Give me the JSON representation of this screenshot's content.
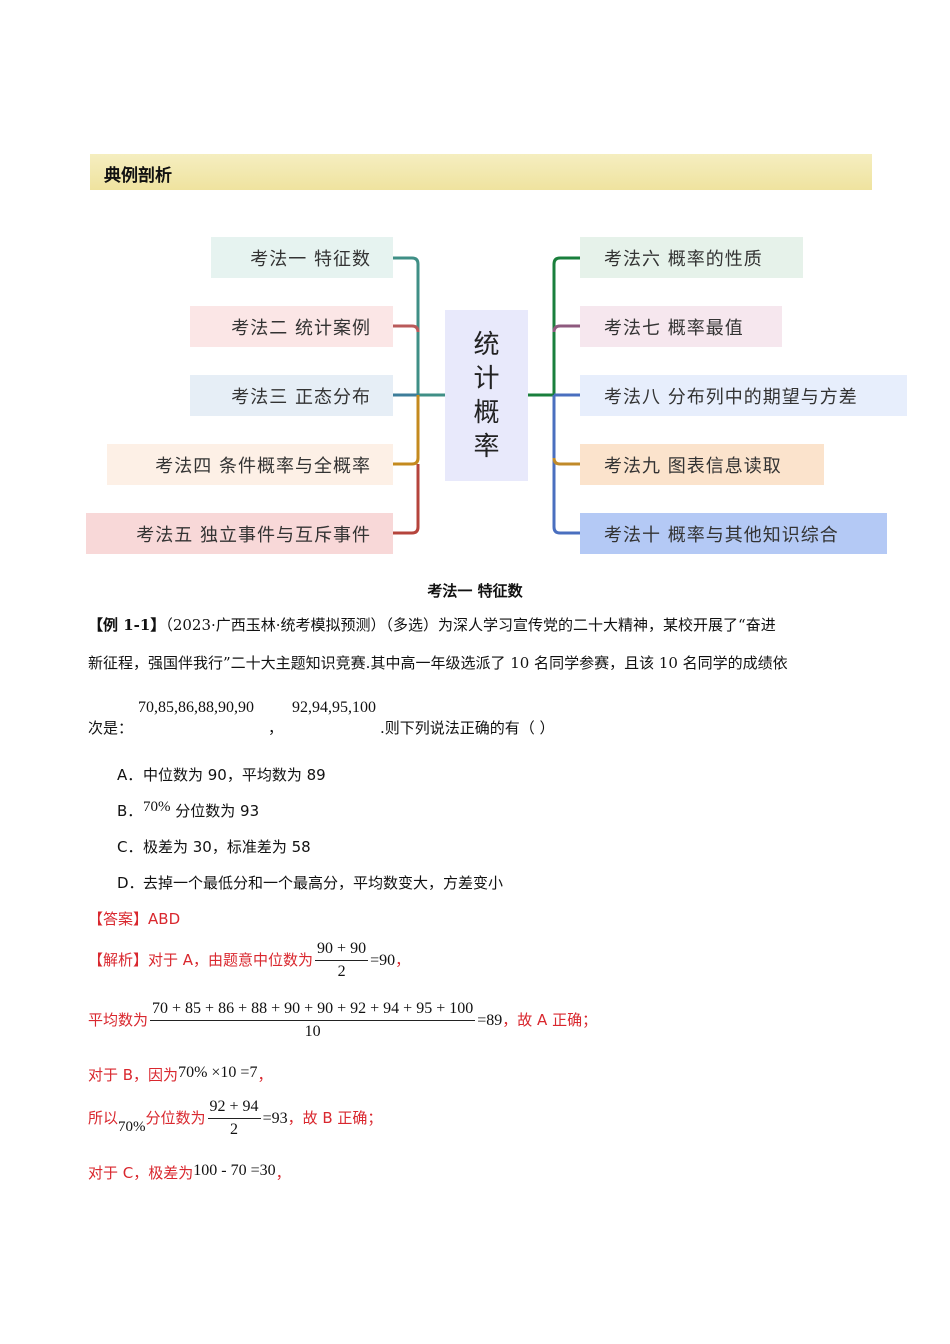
{
  "banner": {
    "title": "典例剖析"
  },
  "mindmap": {
    "center": [
      "统",
      "计",
      "概",
      "率"
    ],
    "left": [
      {
        "label": "考法一  特征数",
        "bg": "#e6f3f0",
        "line": "#3f8f86"
      },
      {
        "label": "考法二  统计案例",
        "bg": "#fbe6e6",
        "line": "#b95a5a"
      },
      {
        "label": "考法三  正态分布",
        "bg": "#e6eef6",
        "line": "#3d7d9a"
      },
      {
        "label": "考法四  条件概率与全概率",
        "bg": "#fdf0e6",
        "line": "#c48a1e"
      },
      {
        "label": "考法五  独立事件与互斥事件",
        "bg": "#f8d8d8",
        "line": "#b5443c"
      }
    ],
    "right": [
      {
        "label": "考法六  概率的性质",
        "bg": "#e6f2ea",
        "line": "#1a7f3c"
      },
      {
        "label": "考法七  概率最值",
        "bg": "#f6e7ee",
        "line": "#8e5a7e"
      },
      {
        "label": "考法八  分布列中的期望与方差",
        "bg": "#e7eefc",
        "line": "#4a6fbf"
      },
      {
        "label": "考法九  图表信息读取",
        "bg": "#fbe3cc",
        "line": "#c08a2a"
      },
      {
        "label": "考法十  概率与其他知识综合",
        "bg": "#b4c9f5",
        "line": "#3f5bb0"
      }
    ]
  },
  "section": {
    "title": "考法一  特征数"
  },
  "question": {
    "tag": "【例 1-1】",
    "line1": "（2023·广西玉林·统考模拟预测）（多选）为深人学习宣传党的二十大精神，某校开展了“奋进",
    "line2": "新征程，强国伴我行”二十大主题知识竞赛.其中高一年级选派了 10 名同学参赛，且该 10 名同学的成绩依",
    "line3_prefix": "次是：",
    "data_a": "70,85,86,88,90,90",
    "comma": "，",
    "data_b": "92,94,95,100",
    "line3_suffix": ".则下列说法正确的有（     ）"
  },
  "options": [
    {
      "letter": "A．",
      "text": "中位数为 90，平均数为 89"
    },
    {
      "letter": "B．",
      "math": "70%",
      "text": "分位数为 93"
    },
    {
      "letter": "C．",
      "text": "极差为 30，标准差为 58"
    },
    {
      "letter": "D．",
      "text": "去掉一个最低分和一个最高分，平均数变大，方差变小"
    }
  ],
  "answer": {
    "tag": "【答案】",
    "value": "ABD"
  },
  "analysis": {
    "tag": "【解析】",
    "l1_text": "对于 A，由题意中位数为",
    "l1_num": "90 + 90",
    "l1_den": "2",
    "l1_result": "=90",
    "l1_end": "，",
    "l2_text": "平均数为",
    "l2_num": "70 + 85 + 86 + 88 + 90 + 90 + 92 + 94 + 95 + 100",
    "l2_den": "10",
    "l2_result": "=89",
    "l2_end": "，故 A 正确；",
    "l3_text": "对于 B，因为",
    "l3_math": "70% ×10 =7",
    "l3_end": "，",
    "l4_text": "所以",
    "l4_math": "70%",
    "l4_text2": "分位数为",
    "l4_num": "92 + 94",
    "l4_den": "2",
    "l4_result": "=93",
    "l4_end": "，故 B 正确；",
    "l5_text": "对于 C，极差为",
    "l5_math": "100 -  70 =30",
    "l5_end": "，"
  }
}
